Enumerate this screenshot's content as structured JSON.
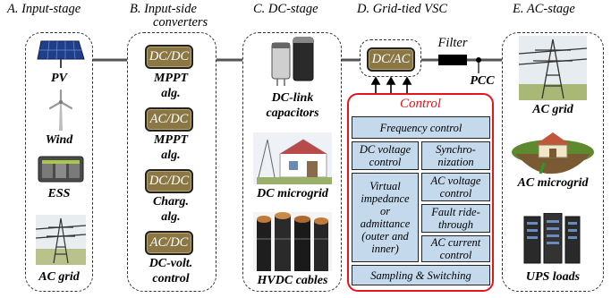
{
  "stages": {
    "a_title": "A. Input-stage",
    "b_title": "B. Input-side converters",
    "b_title_line1": "B. Input-side",
    "b_title_line2": "converters",
    "c_title": "C. DC-stage",
    "d_title": "D. Grid-tied VSC",
    "e_title": "E. AC-stage"
  },
  "input_stage": {
    "pv": "PV",
    "wind": "Wind",
    "ess": "ESS",
    "ac_grid": "AC grid"
  },
  "converters": [
    {
      "box": "DC/DC",
      "alg_line1": "MPPT",
      "alg_line2": "alg."
    },
    {
      "box": "AC/DC",
      "alg_line1": "MPPT",
      "alg_line2": "alg."
    },
    {
      "box": "DC/DC",
      "alg_line1": "Charg.",
      "alg_line2": "alg."
    },
    {
      "box": "AC/DC",
      "alg_line1": "DC-volt.",
      "alg_line2": "control"
    }
  ],
  "dc_stage": {
    "caps_line1": "DC-link",
    "caps_line2": "capacitors",
    "microgrid": "DC microgrid",
    "cables": "HVDC cables"
  },
  "vsc": {
    "box": "DC/AC",
    "filter": "Filter",
    "pcc": "PCC"
  },
  "control": {
    "title": "Control",
    "frequency": "Frequency control",
    "dc_voltage_l1": "DC voltage",
    "dc_voltage_l2": "control",
    "sync_l1": "Synchro-",
    "sync_l2": "nization",
    "virtual_l1": "Virtual",
    "virtual_l2": "impedance",
    "virtual_l3": "or",
    "virtual_l4": "admittance",
    "virtual_l5": "(outer and",
    "virtual_l6": "inner)",
    "ac_voltage_l1": "AC voltage",
    "ac_voltage_l2": "control",
    "fault_l1": "Fault ride-",
    "fault_l2": "through",
    "ac_current_l1": "AC current",
    "ac_current_l2": "control",
    "sampling": "Sampling & Switching",
    "border_color": "#e8141c",
    "block_color": "#c5d9ec"
  },
  "ac_stage": {
    "grid": "AC grid",
    "microgrid": "AC microgrid",
    "ups": "UPS loads"
  },
  "colors": {
    "converter_fill": "#8a7744",
    "bus_line": "#555555"
  }
}
